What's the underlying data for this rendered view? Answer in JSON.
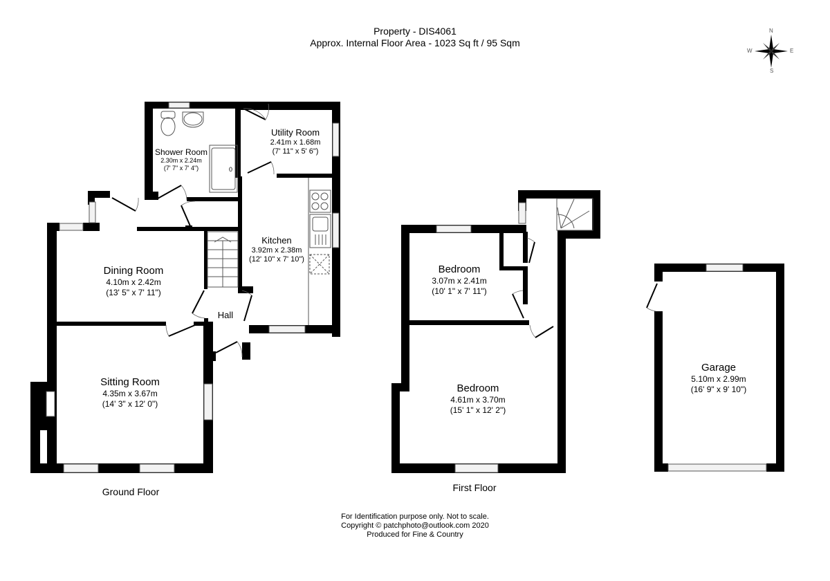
{
  "header": {
    "title": "Property - DIS4061",
    "subtitle": "Approx. Internal Floor Area - 1023 Sq ft / 95 Sqm"
  },
  "compass": {
    "icon": "compass-rose-icon",
    "north": "N",
    "south": "S",
    "east": "E",
    "west": "W"
  },
  "floors": [
    {
      "label": "Ground Floor",
      "rooms": [
        {
          "name": "Shower Room",
          "metric": "2.30m x 2.24m",
          "imperial": "(7' 7\" x 7' 4\")"
        },
        {
          "name": "Utility Room",
          "metric": "2.41m x 1.68m",
          "imperial": "(7' 11\" x 5' 6\")"
        },
        {
          "name": "Kitchen",
          "metric": "3.92m x 2.38m",
          "imperial": "(12' 10\" x 7' 10\")"
        },
        {
          "name": "Dining Room",
          "metric": "4.10m x 2.42m",
          "imperial": "(13' 5\" x 7' 11\")"
        },
        {
          "name": "Hall",
          "metric": "",
          "imperial": ""
        },
        {
          "name": "Sitting Room",
          "metric": "4.35m x 3.67m",
          "imperial": "(14' 3\" x 12' 0\")"
        }
      ]
    },
    {
      "label": "First Floor",
      "rooms": [
        {
          "name": "Bedroom",
          "metric": "3.07m x 2.41m",
          "imperial": "(10' 1\" x 7' 11\")"
        },
        {
          "name": "Bedroom",
          "metric": "4.61m x 3.70m",
          "imperial": "(15' 1\" x 12' 2\")"
        }
      ]
    },
    {
      "label": "",
      "rooms": [
        {
          "name": "Garage",
          "metric": "5.10m x 2.99m",
          "imperial": "(16' 9\" x 9' 10\")"
        }
      ]
    }
  ],
  "footer": {
    "line1": "For Identification purpose only.  Not to scale.",
    "line2": "Copyright © patchphoto@outlook.com 2020",
    "line3": "Produced for Fine & Country"
  },
  "colors": {
    "wall": "#000000",
    "background": "#ffffff",
    "window_fill": "#f2f2f2",
    "fixture_stroke": "#555555"
  }
}
